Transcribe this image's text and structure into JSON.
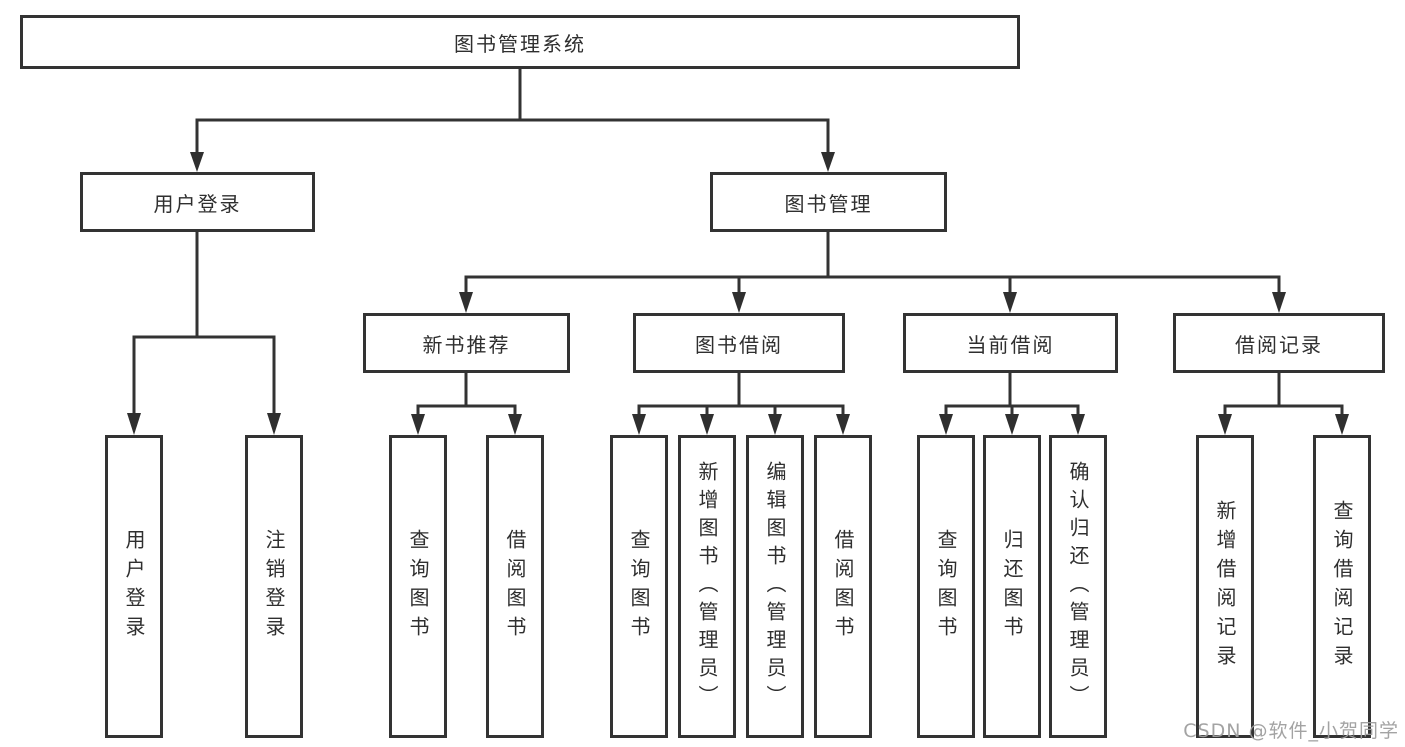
{
  "tree": {
    "root": {
      "label": "图书管理系统"
    },
    "branches": [
      {
        "label": "用户登录",
        "children": [
          {
            "label": "用户登录"
          },
          {
            "label": "注销登录"
          }
        ]
      },
      {
        "label": "图书管理",
        "groups": [
          {
            "label": "新书推荐",
            "children": [
              {
                "label": "查询图书"
              },
              {
                "label": "借阅图书"
              }
            ]
          },
          {
            "label": "图书借阅",
            "children": [
              {
                "label": "查询图书"
              },
              {
                "label": "新增图书（管理员）"
              },
              {
                "label": "编辑图书（管理员）"
              },
              {
                "label": "借阅图书"
              }
            ]
          },
          {
            "label": "当前借阅",
            "children": [
              {
                "label": "查询图书"
              },
              {
                "label": "归还图书"
              },
              {
                "label": "确认归还（管理员）"
              }
            ]
          },
          {
            "label": "借阅记录",
            "children": [
              {
                "label": "新增借阅记录"
              },
              {
                "label": "查询借阅记录"
              }
            ]
          }
        ]
      }
    ]
  },
  "watermark": {
    "text": "CSDN @软件_小贺同学"
  },
  "colors": {
    "line": "#333333",
    "box_border": "#333333",
    "text": "#2f2f2f",
    "watermark": "#9e9e9e",
    "background": "#ffffff"
  }
}
